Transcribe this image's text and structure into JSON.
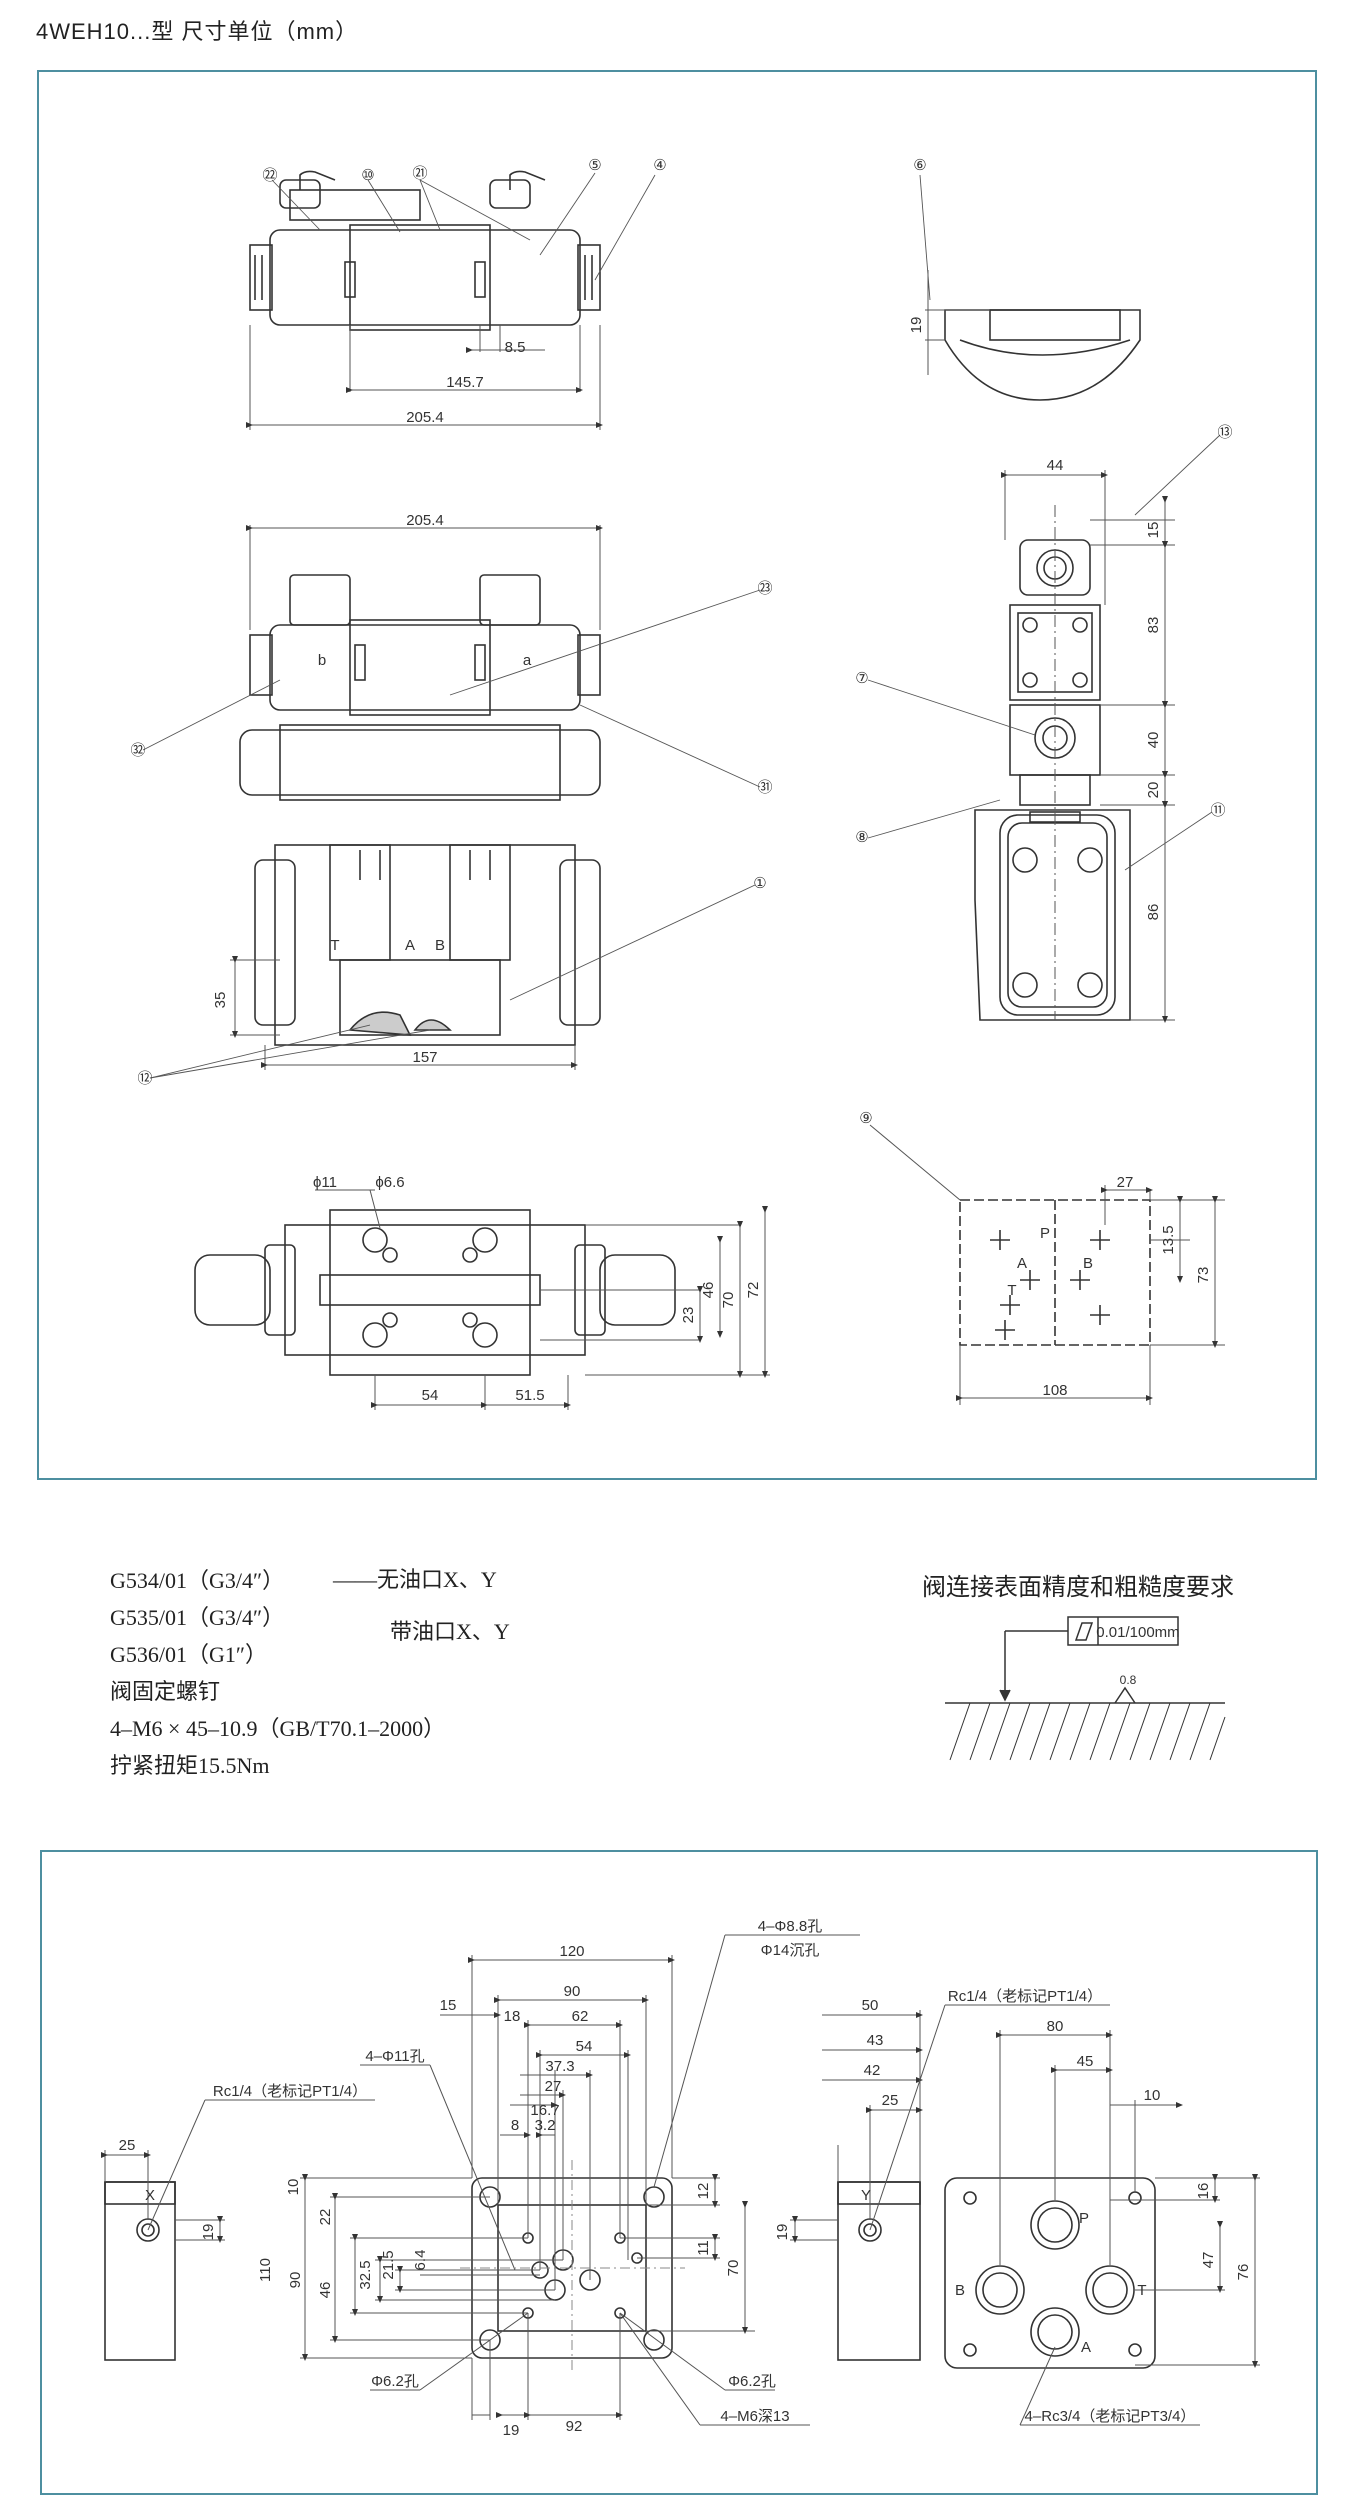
{
  "header": {
    "title": "4WEH10...型 尺寸单位（mm）"
  },
  "top_drawing": {
    "side_view": {
      "dim_8_5": "8.5",
      "dim_145_7": "145.7",
      "dim_205_4": "205.4"
    },
    "front_view": {
      "dim_205_4": "205.4",
      "dim_157": "157",
      "dim_35": "35",
      "label_b": "b",
      "label_a": "a",
      "label_T": "T",
      "label_A": "A",
      "label_B": "B"
    },
    "plan_view": {
      "phi11": "ϕ11",
      "phi6_6": "ϕ6.6",
      "dim_54": "54",
      "dim_51_5": "51.5",
      "dim_23": "23",
      "dim_46": "46",
      "dim_70": "70",
      "dim_72": "72"
    },
    "cover_view": {
      "dim_19": "19"
    },
    "end_view": {
      "dim_44": "44",
      "dim_15": "15",
      "dim_83": "83",
      "dim_40": "40",
      "dim_20": "20",
      "dim_86": "86"
    },
    "port_face": {
      "dim_27": "27",
      "dim_13_5": "13.5",
      "dim_73": "73",
      "dim_108": "108",
      "P": "P",
      "A": "A",
      "B": "B",
      "T": "T"
    },
    "callouts": [
      "⑥",
      "⑬",
      "⑦",
      "⑧",
      "⑪",
      "⑨",
      "㉒",
      "⑩",
      "㉑",
      "⑤",
      "④",
      "㉓",
      "㉜",
      "㉛",
      "①",
      "⑫"
    ]
  },
  "notes": {
    "lines": [
      "G534/01（G3/4″）",
      "G535/01（G3/4″）",
      "G536/01（G1″）",
      "阀固定螺钉",
      "4–M6 × 45–10.9（GB/T70.1–2000）",
      "拧紧扭矩15.5Nm"
    ],
    "no_oil_port": "——无油口X、Y",
    "with_oil_port": "带油口X、Y"
  },
  "surface_req": {
    "title": "阀连接表面精度和粗糙度要求",
    "flatness": "0.01/100mm",
    "roughness": "0.8"
  },
  "bottom_drawing": {
    "left_side": {
      "dim_25": "25",
      "dim_19": "19",
      "note": "Rc1/4（老标记PT1/4）",
      "X": "X"
    },
    "plate": {
      "d120": "120",
      "d90": "90",
      "d15": "15",
      "d18": "18",
      "d62": "62",
      "d54": "54",
      "d37_3": "37.3",
      "d27": "27",
      "d16_7": "16.7",
      "d8": "8",
      "d3_2": "3.2",
      "d10": "10",
      "d22": "22",
      "d32_5": "32.5",
      "d21_5": "21.5",
      "d6_4": "6.4",
      "d46": "46",
      "d90v": "90",
      "d110": "110",
      "d12": "12",
      "d11": "11",
      "d70": "70",
      "d19": "19",
      "d92": "92",
      "n_4_phi11": "4–Φ11孔",
      "n_4_phi8_8": "4–Φ8.8孔",
      "n_phi14": "Φ14沉孔",
      "n_phi6_2_l": "Φ6.2孔",
      "n_phi6_2_r": "Φ6.2孔",
      "n_m6": "4–M6深13"
    },
    "right_side": {
      "d50": "50",
      "d43": "43",
      "d42": "42",
      "d25": "25",
      "d19": "19",
      "Y": "Y"
    },
    "right_face": {
      "d80": "80",
      "d45": "45",
      "d10": "10",
      "d16": "16",
      "d47": "47",
      "d76": "76",
      "note_top": "Rc1/4（老标记PT1/4）",
      "note_bottom": "4–Rc3/4（老标记PT3/4）",
      "P": "P",
      "A": "A",
      "B": "B",
      "T": "T"
    }
  }
}
